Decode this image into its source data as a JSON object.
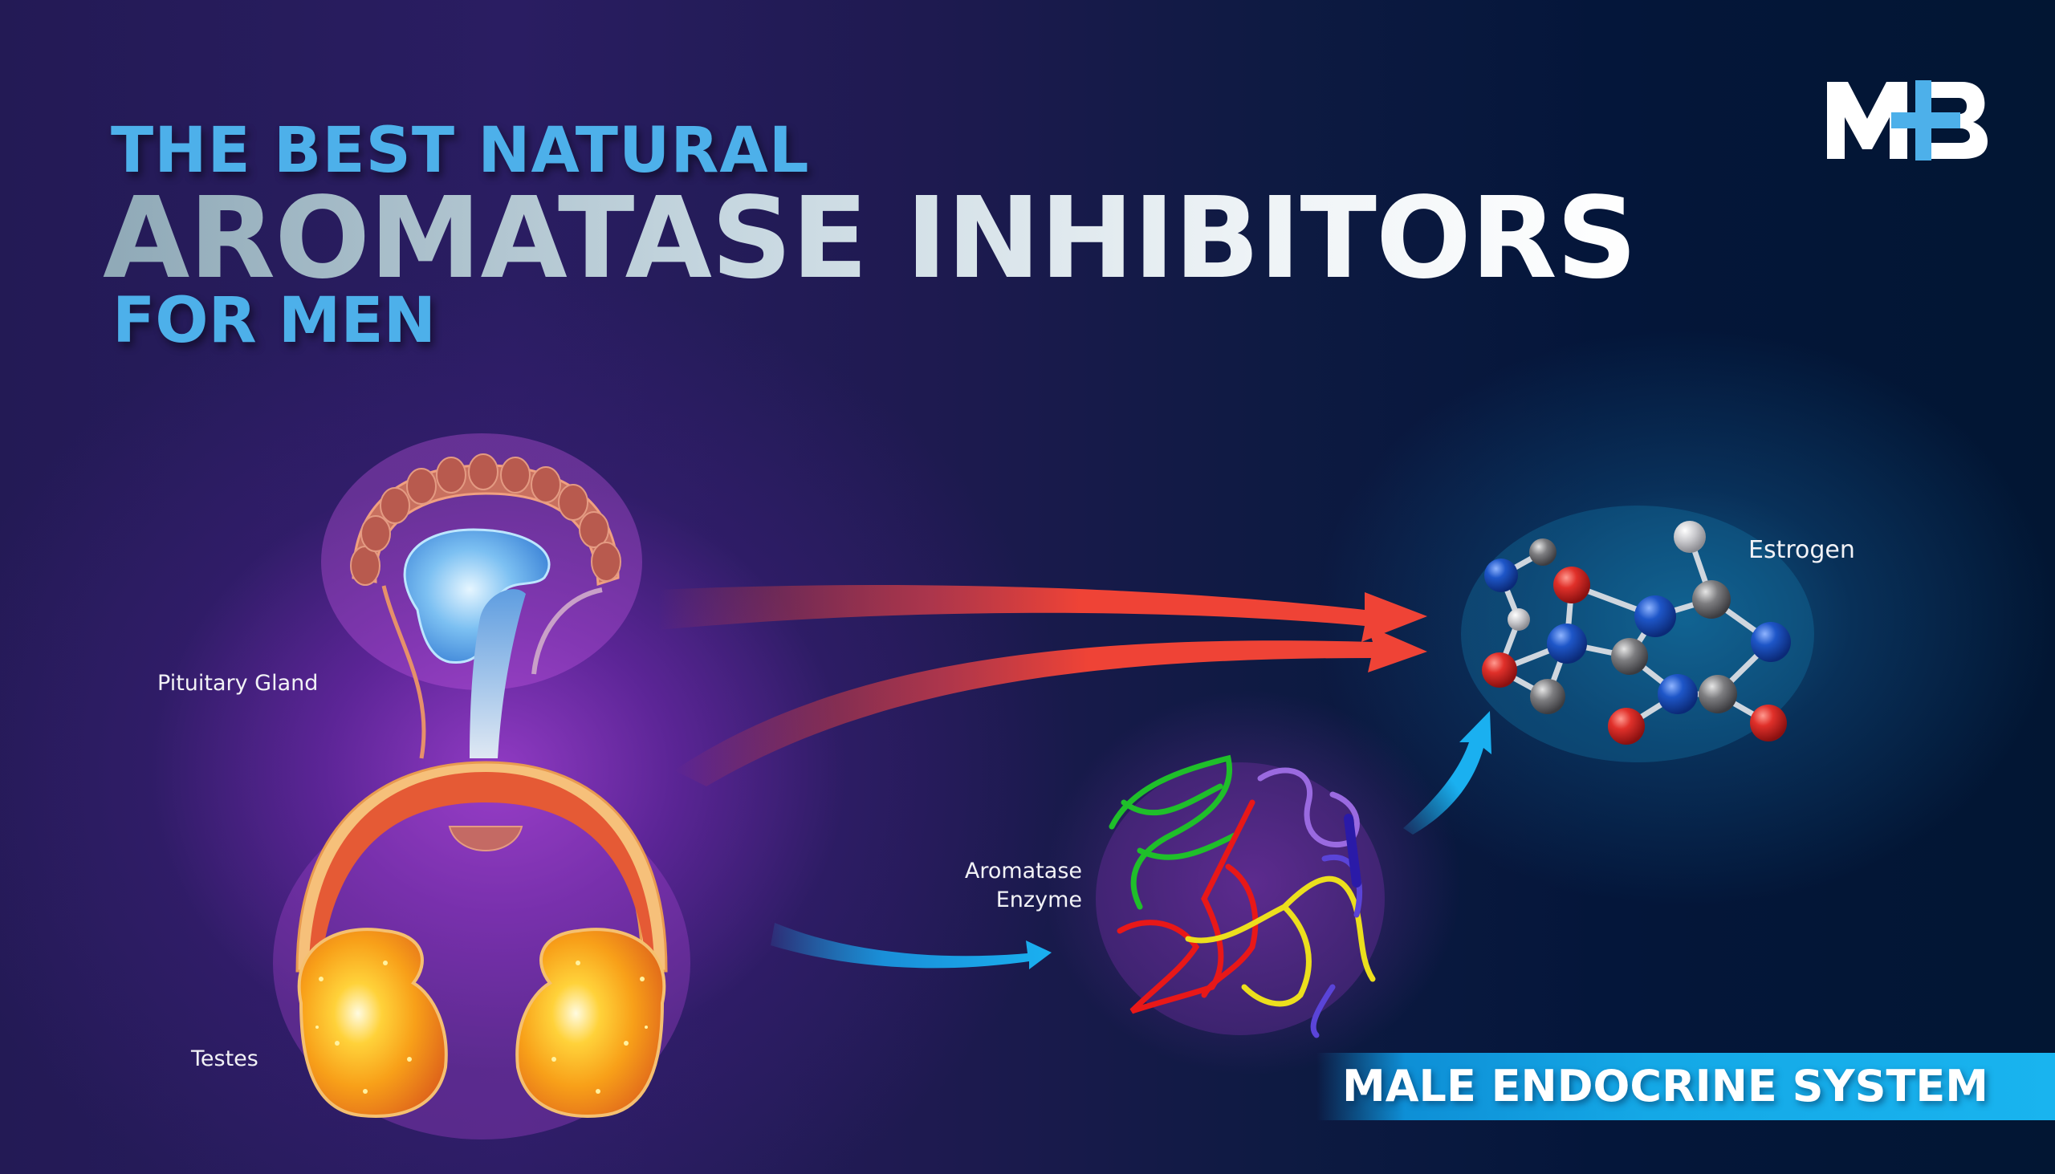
{
  "title": {
    "line1": "THE BEST NATURAL",
    "line2": "AROMATASE INHIBITORS",
    "line3": "FOR MEN"
  },
  "logo": {
    "text": "MHB",
    "letters": [
      "M",
      "+",
      "B"
    ],
    "colors": {
      "letters": "#ffffff",
      "plus": "#4db0ea"
    }
  },
  "labels": {
    "pituitary": "Pituitary Gland",
    "testes": "Testes",
    "aromatase_line1": "Aromatase",
    "aromatase_line2": "Enzyme",
    "estrogen": "Estrogen"
  },
  "banner": {
    "text": "MALE ENDOCRINE SYSTEM",
    "color": "#14a8e6"
  },
  "arrows": [
    {
      "from": "pituitary",
      "to": "estrogen",
      "color": "#ef4336"
    },
    {
      "from": "testes",
      "to": "estrogen",
      "color": "#ef4336"
    },
    {
      "from": "testes",
      "to": "aromatase-enzyme",
      "color": "#1ab0f0"
    },
    {
      "from": "aromatase-enzyme",
      "to": "estrogen",
      "color": "#1ab0f0"
    }
  ],
  "colors": {
    "background_left": "#2a1d62",
    "background_right": "#021633",
    "title_accent": "#4db0ea",
    "arrow_red": "#ef4336",
    "arrow_blue": "#1ab0f0"
  }
}
